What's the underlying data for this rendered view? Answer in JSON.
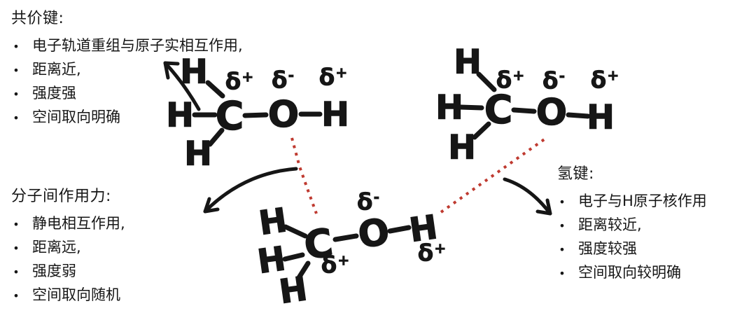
{
  "bullet_char": "•",
  "colors": {
    "ink": "#161616",
    "hbond": "#bf3a30",
    "bg": "#ffffff"
  },
  "panels": {
    "covalent": {
      "title": "共价键:",
      "bullets": [
        "电子轨道重组与原子实相互作用,",
        "距离近,",
        "强度强",
        "空间取向明确"
      ]
    },
    "intermolecular": {
      "title": "分子间作用力:",
      "bullets": [
        "静电相互作用,",
        "距离远,",
        "强度弱",
        "空间取向随机"
      ]
    },
    "hydrogen": {
      "title": "氢键:",
      "bullets": [
        "电子与H原子核作用",
        "距离较近,",
        "强度较强",
        "空间取向较明确"
      ]
    }
  },
  "molecules": {
    "top_left": {
      "atoms": {
        "h1": "H",
        "h2": "H",
        "h3": "H",
        "c": "C",
        "o": "O",
        "h4": "H"
      },
      "charges": {
        "c_charge": {
          "base": "δ",
          "sign": "+"
        },
        "o_charge": {
          "base": "δ",
          "sign": "-"
        },
        "oh_charge": {
          "base": "δ",
          "sign": "+"
        }
      }
    },
    "top_right": {
      "atoms": {
        "h1": "H",
        "h2": "H",
        "h3": "H",
        "c": "C",
        "o": "O",
        "h4": "H"
      },
      "charges": {
        "c_charge": {
          "base": "δ",
          "sign": "+"
        },
        "o_charge": {
          "base": "δ",
          "sign": "-"
        },
        "oh_charge": {
          "base": "δ",
          "sign": "+"
        }
      }
    },
    "bottom_center": {
      "atoms": {
        "h1": "H",
        "h2": "H",
        "h3": "H",
        "c": "C",
        "o": "O",
        "h4": "H"
      },
      "charges": {
        "o_charge": {
          "base": "δ",
          "sign": "-"
        },
        "c_charge": {
          "base": "δ",
          "sign": "+"
        },
        "oh_charge": {
          "base": "δ",
          "sign": "+"
        }
      }
    }
  }
}
